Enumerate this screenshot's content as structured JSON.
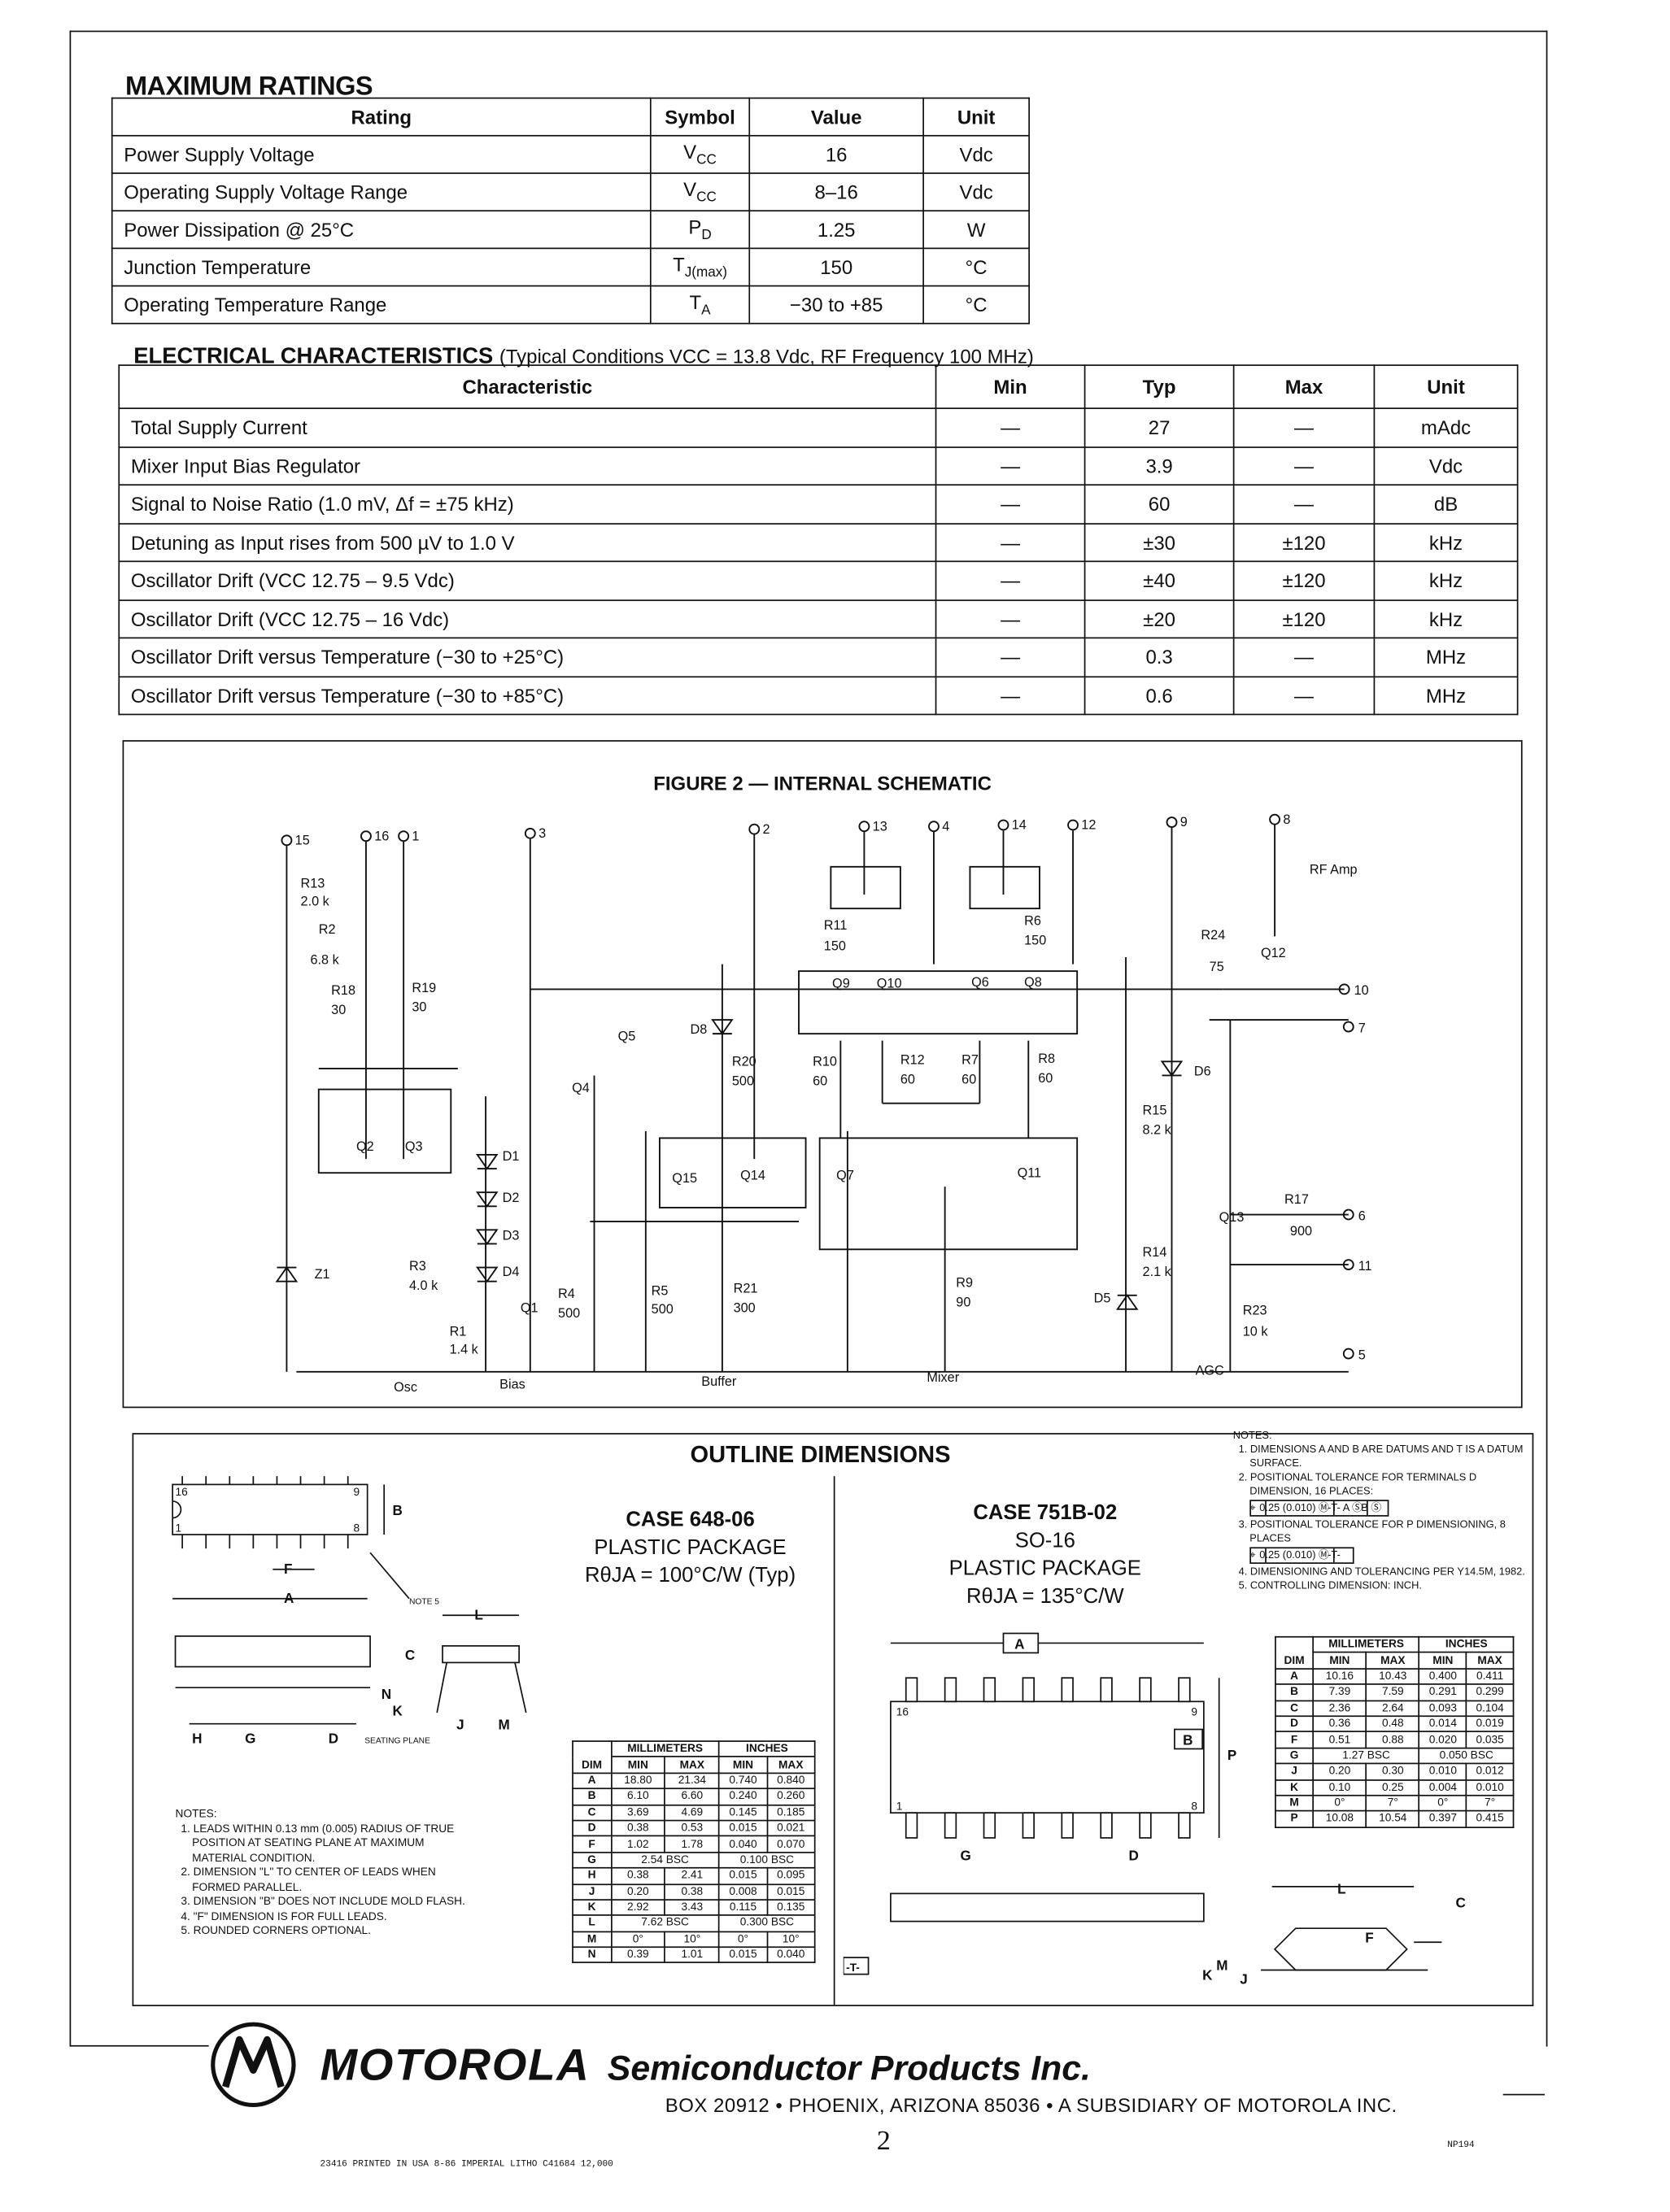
{
  "max_ratings": {
    "title": "MAXIMUM RATINGS",
    "headers": [
      "Rating",
      "Symbol",
      "Value",
      "Unit"
    ],
    "rows": [
      {
        "rating": "Power Supply Voltage",
        "sym": "V",
        "sub": "CC",
        "value": "16",
        "unit": "Vdc"
      },
      {
        "rating": "Operating Supply Voltage Range",
        "sym": "V",
        "sub": "CC",
        "value": "8–16",
        "unit": "Vdc"
      },
      {
        "rating": "Power Dissipation @ 25°C",
        "sym": "P",
        "sub": "D",
        "value": "1.25",
        "unit": "W"
      },
      {
        "rating": "Junction Temperature",
        "sym": "T",
        "sub": "J(max)",
        "value": "150",
        "unit": "°C"
      },
      {
        "rating": "Operating Temperature Range",
        "sym": "T",
        "sub": "A",
        "value": "−30 to +85",
        "unit": "°C"
      }
    ]
  },
  "electrical": {
    "title": "ELECTRICAL CHARACTERISTICS",
    "conditions": "(Typical Conditions VCC = 13.8 Vdc, RF Frequency 100 MHz)",
    "headers": [
      "Characteristic",
      "Min",
      "Typ",
      "Max",
      "Unit"
    ],
    "rows": [
      [
        "Total Supply Current",
        "—",
        "27",
        "—",
        "mAdc"
      ],
      [
        "Mixer Input Bias Regulator",
        "—",
        "3.9",
        "—",
        "Vdc"
      ],
      [
        "Signal to Noise Ratio (1.0 mV, Δf = ±75 kHz)",
        "—",
        "60",
        "—",
        "dB"
      ],
      [
        "Detuning as Input rises from 500 µV to 1.0 V",
        "—",
        "±30",
        "±120",
        "kHz"
      ],
      [
        "Oscillator Drift (VCC 12.75 – 9.5 Vdc)",
        "—",
        "±40",
        "±120",
        "kHz"
      ],
      [
        "Oscillator Drift (VCC 12.75 – 16 Vdc)",
        "—",
        "±20",
        "±120",
        "kHz"
      ],
      [
        "Oscillator Drift versus Temperature (−30 to +25°C)",
        "—",
        "0.3",
        "—",
        "MHz"
      ],
      [
        "Oscillator Drift versus Temperature (−30 to +85°C)",
        "—",
        "0.6",
        "—",
        "MHz"
      ]
    ]
  },
  "schematic": {
    "title": "FIGURE 2 — INTERNAL SCHEMATIC",
    "terminals": [
      "15",
      "16",
      "1",
      "3",
      "2",
      "13",
      "4",
      "14",
      "12",
      "9",
      "8",
      "10",
      "7",
      "6",
      "11",
      "5"
    ],
    "labels": [
      "R13",
      "2.0 k",
      "R2",
      "6.8 k",
      "R18",
      "30",
      "R19",
      "30",
      "Q5",
      "Q4",
      "Q2",
      "Q3",
      "D1",
      "D2",
      "D3",
      "D4",
      "Z1",
      "R3",
      "4.0 k",
      "R4",
      "500",
      "Q1",
      "R1",
      "1.4 k",
      "D8",
      "R20",
      "500",
      "Q15",
      "Q14",
      "R5",
      "500",
      "R21",
      "300",
      "R11",
      "150",
      "R6",
      "150",
      "Q9",
      "Q10",
      "Q6",
      "Q8",
      "R10",
      "60",
      "R12",
      "60",
      "R7",
      "60",
      "R8",
      "60",
      "Q7",
      "Q11",
      "R9",
      "90",
      "RF Amp",
      "R24",
      "75",
      "Q12",
      "D6",
      "R15",
      "8.2 k",
      "R14",
      "2.1 k",
      "D5",
      "Q13",
      "R17",
      "900",
      "R23",
      "10 k"
    ],
    "sections": [
      "Osc",
      "Bias",
      "Buffer",
      "Mixer",
      "AGC"
    ]
  },
  "outline": {
    "title": "OUTLINE DIMENSIONS",
    "case1": {
      "name": "CASE 648-06",
      "package": "PLASTIC PACKAGE",
      "rtheta": "RθJA = 100°C/W (Typ)"
    },
    "case2": {
      "name": "CASE 751B-02",
      "sub": "SO-16",
      "package": "PLASTIC PACKAGE",
      "rtheta": "RθJA = 135°C/W"
    },
    "table_headers": {
      "dim": "DIM",
      "mm": "MILLIMETERS",
      "in": "INCHES",
      "min": "MIN",
      "max": "MAX"
    },
    "table1": [
      [
        "A",
        "18.80",
        "21.34",
        "0.740",
        "0.840"
      ],
      [
        "B",
        "6.10",
        "6.60",
        "0.240",
        "0.260"
      ],
      [
        "C",
        "3.69",
        "4.69",
        "0.145",
        "0.185"
      ],
      [
        "D",
        "0.38",
        "0.53",
        "0.015",
        "0.021"
      ],
      [
        "F",
        "1.02",
        "1.78",
        "0.040",
        "0.070"
      ],
      [
        "G",
        "2.54 BSC",
        "0.100 BSC"
      ],
      [
        "H",
        "0.38",
        "2.41",
        "0.015",
        "0.095"
      ],
      [
        "J",
        "0.20",
        "0.38",
        "0.008",
        "0.015"
      ],
      [
        "K",
        "2.92",
        "3.43",
        "0.115",
        "0.135"
      ],
      [
        "L",
        "7.62 BSC",
        "0.300 BSC"
      ],
      [
        "M",
        "0°",
        "10°",
        "0°",
        "10°"
      ],
      [
        "N",
        "0.39",
        "1.01",
        "0.015",
        "0.040"
      ]
    ],
    "table2": [
      [
        "A",
        "10.16",
        "10.43",
        "0.400",
        "0.411"
      ],
      [
        "B",
        "7.39",
        "7.59",
        "0.291",
        "0.299"
      ],
      [
        "C",
        "2.36",
        "2.64",
        "0.093",
        "0.104"
      ],
      [
        "D",
        "0.36",
        "0.48",
        "0.014",
        "0.019"
      ],
      [
        "F",
        "0.51",
        "0.88",
        "0.020",
        "0.035"
      ],
      [
        "G",
        "1.27 BSC",
        "0.050 BSC"
      ],
      [
        "J",
        "0.20",
        "0.30",
        "0.010",
        "0.012"
      ],
      [
        "K",
        "0.10",
        "0.25",
        "0.004",
        "0.010"
      ],
      [
        "M",
        "0°",
        "7°",
        "0°",
        "7°"
      ],
      [
        "P",
        "10.08",
        "10.54",
        "0.397",
        "0.415"
      ]
    ],
    "notes1": {
      "heading": "NOTES:",
      "items": [
        "1. LEADS WITHIN 0.13 mm (0.005) RADIUS OF TRUE POSITION AT SEATING PLANE AT MAXIMUM MATERIAL CONDITION.",
        "2. DIMENSION \"L\" TO CENTER OF LEADS WHEN FORMED PARALLEL.",
        "3. DIMENSION \"B\" DOES NOT INCLUDE MOLD FLASH.",
        "4. \"F\" DIMENSION IS FOR FULL LEADS.",
        "5. ROUNDED CORNERS OPTIONAL."
      ]
    },
    "notes2": {
      "heading": "NOTES:",
      "n1": "1. DIMENSIONS A AND B ARE DATUMS AND T IS A DATUM SURFACE.",
      "n2": "2. POSITIONAL TOLERANCE FOR TERMINALS D DIMENSION, 16 PLACES:",
      "tol1": [
        "⌖",
        "0.25 (0.010) Ⓜ",
        "-T- A Ⓢ",
        "B Ⓢ"
      ],
      "n3": "3. POSITIONAL TOLERANCE FOR P DIMENSIONING, 8 PLACES",
      "tol2": [
        "⌖",
        "0.25 (0.010) Ⓜ",
        "-T-"
      ],
      "n4": "4. DIMENSIONING AND TOLERANCING PER Y14.5M, 1982.",
      "n5": "5. CONTROLLING DIMENSION: INCH."
    },
    "pkg1_labels": [
      "16",
      "9",
      "1",
      "8",
      "B",
      "A",
      "F",
      "NOTE 5",
      "C",
      "N",
      "K",
      "J",
      "M",
      "L",
      "H",
      "G",
      "D",
      "SEATING PLANE"
    ],
    "pkg2_labels": [
      "A",
      "16",
      "9",
      "1",
      "8",
      "B",
      "P",
      "G",
      "D",
      "-T-",
      "K",
      "M",
      "J",
      "F",
      "L",
      "C"
    ]
  },
  "footer": {
    "brand": "MOTOROLA",
    "division": "Semiconductor Products Inc.",
    "address": "BOX 20912 • PHOENIX, ARIZONA 85036 • A SUBSIDIARY OF MOTOROLA INC.",
    "page_number": "2",
    "print_info": "23416 PRINTED IN USA 8-86 IMPERIAL LITHO C41684 12,000",
    "code": "NP194"
  }
}
